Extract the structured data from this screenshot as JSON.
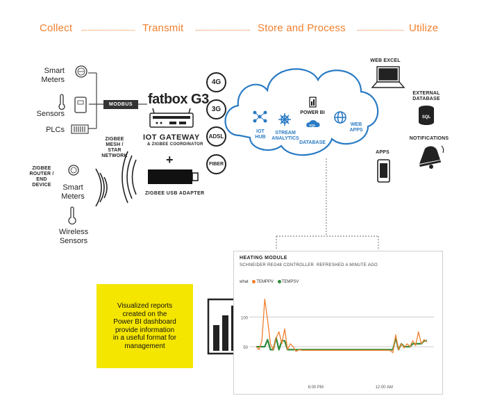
{
  "stages": [
    "Collect",
    "Transmit",
    "Store and Process",
    "Utilize"
  ],
  "devices": {
    "smart_meters": "Smart\nMeters",
    "sensors": "Sensors",
    "plcs": "PLCs",
    "modbus": "MODBUS",
    "fatbox": "fatbox G3",
    "gateway_title": "IOT GATEWAY",
    "gateway_sub": "& ZIGBEE COORDINATOR",
    "plus": "+",
    "usb_adapter": "ZIGBEE USB ADAPTER",
    "zigbee_network": "ZIGBEE\nMESH /\nSTAR\nNETWORK",
    "zigbee_router": "ZIGBEE\nROUTER /\nEND DEVICE",
    "wireless_meters": "Smart\nMeters",
    "wireless_sensors": "Wireless\nSensors"
  },
  "networks": [
    "4G",
    "3G",
    "ADSL",
    "FIBER"
  ],
  "cloud": {
    "iot_hub": "IOT\nHUB",
    "stream": "STREAM\nANALYTICS",
    "power_bi": "POWER BI",
    "database": "DATABASE",
    "web_apps": "WEB\nAPPS"
  },
  "utilize": {
    "web_excel": "WEB EXCEL",
    "external_db": "EXTERNAL\nDATABASE",
    "notifications": "NOTIFICATIONS",
    "apps": "APPS",
    "sql": "SQL"
  },
  "dashboard": {
    "title": "HEATING MODULE",
    "subtitle": "SCHNEIDER REG48 CONTROLLER",
    "refreshed": "REFRESHED A MINUTE AGO",
    "legend_label": "what",
    "series1": "TEMPPV",
    "series2": "TEMPSV",
    "series1_color": "#f07f2d",
    "series2_color": "#2e8b3a"
  },
  "note": "Visualized reports\ncreated on the\nPower BI dashboard\nprovide information\nin a useful format for\nmanagement",
  "chart_data": {
    "type": "line",
    "x_tick_labels": [
      "6:00 PM",
      "12:00 AM"
    ],
    "y_tick_labels": [
      "100",
      "50"
    ],
    "ylim": [
      0,
      140
    ],
    "series": [
      {
        "name": "TEMPPV",
        "values": [
          50,
          45,
          60,
          130,
          95,
          55,
          45,
          65,
          75,
          55,
          80,
          45,
          55,
          50,
          42,
          45,
          44,
          44,
          44,
          44,
          44,
          44,
          44,
          44,
          44,
          44,
          44,
          44,
          44,
          44,
          44,
          44,
          44,
          44,
          44,
          44,
          44,
          44,
          44,
          44,
          44,
          44,
          44,
          44,
          44,
          44,
          44,
          44,
          40,
          70,
          45,
          55,
          48,
          55,
          50,
          60,
          52,
          75,
          55,
          62,
          58
        ]
      },
      {
        "name": "TEMPSV",
        "values": [
          50,
          50,
          50,
          50,
          62,
          45,
          45,
          65,
          45,
          60,
          60,
          45,
          45,
          45,
          45,
          45,
          45,
          45,
          45,
          45,
          45,
          45,
          45,
          45,
          45,
          45,
          45,
          45,
          45,
          45,
          45,
          45,
          45,
          45,
          45,
          45,
          45,
          45,
          45,
          45,
          45,
          45,
          45,
          45,
          45,
          45,
          45,
          45,
          45,
          65,
          45,
          55,
          50,
          50,
          50,
          55,
          55,
          55,
          55,
          60,
          60
        ]
      }
    ]
  }
}
